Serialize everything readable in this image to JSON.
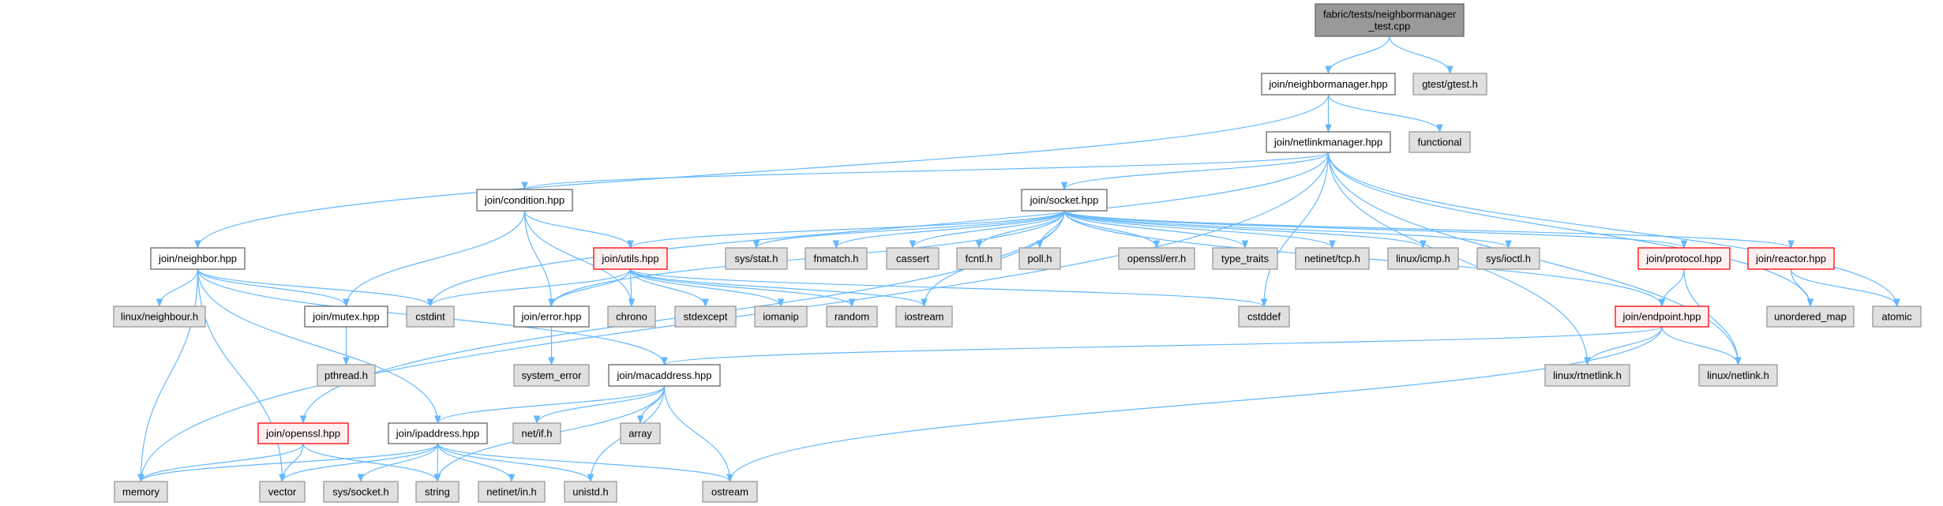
{
  "title": "fabric/tests/neighbormanager_test.cpp include dependency graph",
  "colors": {
    "edge": "#63b8ff",
    "root_fill": "#999999",
    "local_fill": "#ffffff",
    "system_fill": "#e0e0e0",
    "incomplete_border": "#ff0000",
    "incomplete_fill": "#fff0f0"
  },
  "nodes": [
    {
      "id": "root",
      "label": [
        "fabric/tests/neighbormanager",
        "_test.cpp"
      ],
      "kind": "root"
    },
    {
      "id": "neighbormanager",
      "label": [
        "join/neighbormanager.hpp"
      ],
      "kind": "local"
    },
    {
      "id": "gtest",
      "label": [
        "gtest/gtest.h"
      ],
      "kind": "system"
    },
    {
      "id": "netlinkmanager",
      "label": [
        "join/netlinkmanager.hpp"
      ],
      "kind": "local"
    },
    {
      "id": "functional",
      "label": [
        "functional"
      ],
      "kind": "system"
    },
    {
      "id": "socket",
      "label": [
        "join/socket.hpp"
      ],
      "kind": "local"
    },
    {
      "id": "condition",
      "label": [
        "join/condition.hpp"
      ],
      "kind": "local"
    },
    {
      "id": "neighbor",
      "label": [
        "join/neighbor.hpp"
      ],
      "kind": "local"
    },
    {
      "id": "utils",
      "label": [
        "join/utils.hpp"
      ],
      "kind": "incomplete"
    },
    {
      "id": "sysstat",
      "label": [
        "sys/stat.h"
      ],
      "kind": "system"
    },
    {
      "id": "fnmatch",
      "label": [
        "fnmatch.h"
      ],
      "kind": "system"
    },
    {
      "id": "cassert",
      "label": [
        "cassert"
      ],
      "kind": "system"
    },
    {
      "id": "fcntl",
      "label": [
        "fcntl.h"
      ],
      "kind": "system"
    },
    {
      "id": "poll",
      "label": [
        "poll.h"
      ],
      "kind": "system"
    },
    {
      "id": "opensslerr",
      "label": [
        "openssl/err.h"
      ],
      "kind": "system"
    },
    {
      "id": "typetraits",
      "label": [
        "type_traits"
      ],
      "kind": "system"
    },
    {
      "id": "tcp",
      "label": [
        "netinet/tcp.h"
      ],
      "kind": "system"
    },
    {
      "id": "icmp",
      "label": [
        "linux/icmp.h"
      ],
      "kind": "system"
    },
    {
      "id": "ioctl",
      "label": [
        "sys/ioctl.h"
      ],
      "kind": "system"
    },
    {
      "id": "protocol",
      "label": [
        "join/protocol.hpp"
      ],
      "kind": "incomplete"
    },
    {
      "id": "reactor",
      "label": [
        "join/reactor.hpp"
      ],
      "kind": "incomplete"
    },
    {
      "id": "neighbour",
      "label": [
        "linux/neighbour.h"
      ],
      "kind": "system"
    },
    {
      "id": "mutex",
      "label": [
        "join/mutex.hpp"
      ],
      "kind": "local"
    },
    {
      "id": "cstdint",
      "label": [
        "cstdint"
      ],
      "kind": "system"
    },
    {
      "id": "error",
      "label": [
        "join/error.hpp"
      ],
      "kind": "local"
    },
    {
      "id": "chrono",
      "label": [
        "chrono"
      ],
      "kind": "system"
    },
    {
      "id": "stdexcept",
      "label": [
        "stdexcept"
      ],
      "kind": "system"
    },
    {
      "id": "iomanip",
      "label": [
        "iomanip"
      ],
      "kind": "system"
    },
    {
      "id": "random",
      "label": [
        "random"
      ],
      "kind": "system"
    },
    {
      "id": "iostream",
      "label": [
        "iostream"
      ],
      "kind": "system"
    },
    {
      "id": "cstddef",
      "label": [
        "cstddef"
      ],
      "kind": "system"
    },
    {
      "id": "endpoint",
      "label": [
        "join/endpoint.hpp"
      ],
      "kind": "incomplete"
    },
    {
      "id": "unorderedmap",
      "label": [
        "unordered_map"
      ],
      "kind": "system"
    },
    {
      "id": "atomic",
      "label": [
        "atomic"
      ],
      "kind": "system"
    },
    {
      "id": "pthread",
      "label": [
        "pthread.h"
      ],
      "kind": "system"
    },
    {
      "id": "systemerror",
      "label": [
        "system_error"
      ],
      "kind": "system"
    },
    {
      "id": "macaddress",
      "label": [
        "join/macaddress.hpp"
      ],
      "kind": "local"
    },
    {
      "id": "rtnetlink",
      "label": [
        "linux/rtnetlink.h"
      ],
      "kind": "system"
    },
    {
      "id": "netlink",
      "label": [
        "linux/netlink.h"
      ],
      "kind": "system"
    },
    {
      "id": "openssl",
      "label": [
        "join/openssl.hpp"
      ],
      "kind": "incomplete"
    },
    {
      "id": "ipaddress",
      "label": [
        "join/ipaddress.hpp"
      ],
      "kind": "local"
    },
    {
      "id": "netif",
      "label": [
        "net/if.h"
      ],
      "kind": "system"
    },
    {
      "id": "array",
      "label": [
        "array"
      ],
      "kind": "system"
    },
    {
      "id": "memory",
      "label": [
        "memory"
      ],
      "kind": "system"
    },
    {
      "id": "vector",
      "label": [
        "vector"
      ],
      "kind": "system"
    },
    {
      "id": "syssocket",
      "label": [
        "sys/socket.h"
      ],
      "kind": "system"
    },
    {
      "id": "string",
      "label": [
        "string"
      ],
      "kind": "system"
    },
    {
      "id": "netinetin",
      "label": [
        "netinet/in.h"
      ],
      "kind": "system"
    },
    {
      "id": "unistd",
      "label": [
        "unistd.h"
      ],
      "kind": "system"
    },
    {
      "id": "ostream",
      "label": [
        "ostream"
      ],
      "kind": "system"
    }
  ],
  "edges": [
    [
      "root",
      "neighbormanager"
    ],
    [
      "root",
      "gtest"
    ],
    [
      "neighbormanager",
      "netlinkmanager"
    ],
    [
      "neighbormanager",
      "functional"
    ],
    [
      "neighbormanager",
      "neighbor"
    ],
    [
      "netlinkmanager",
      "condition"
    ],
    [
      "netlinkmanager",
      "socket"
    ],
    [
      "netlinkmanager",
      "memory"
    ],
    [
      "netlinkmanager",
      "cstdint"
    ],
    [
      "netlinkmanager",
      "cstddef"
    ],
    [
      "netlinkmanager",
      "rtnetlink"
    ],
    [
      "netlinkmanager",
      "netlink"
    ],
    [
      "netlinkmanager",
      "unorderedmap"
    ],
    [
      "netlinkmanager",
      "atomic"
    ],
    [
      "socket",
      "utils"
    ],
    [
      "socket",
      "error"
    ],
    [
      "socket",
      "sysstat"
    ],
    [
      "socket",
      "fnmatch"
    ],
    [
      "socket",
      "cassert"
    ],
    [
      "socket",
      "fcntl"
    ],
    [
      "socket",
      "poll"
    ],
    [
      "socket",
      "opensslerr"
    ],
    [
      "socket",
      "typetraits"
    ],
    [
      "socket",
      "tcp"
    ],
    [
      "socket",
      "icmp"
    ],
    [
      "socket",
      "ioctl"
    ],
    [
      "socket",
      "protocol"
    ],
    [
      "socket",
      "reactor"
    ],
    [
      "socket",
      "endpoint"
    ],
    [
      "socket",
      "openssl"
    ],
    [
      "socket",
      "iostream"
    ],
    [
      "condition",
      "mutex"
    ],
    [
      "condition",
      "error"
    ],
    [
      "condition",
      "utils"
    ],
    [
      "condition",
      "chrono"
    ],
    [
      "utils",
      "cstdint"
    ],
    [
      "utils",
      "error"
    ],
    [
      "utils",
      "chrono"
    ],
    [
      "utils",
      "stdexcept"
    ],
    [
      "utils",
      "iomanip"
    ],
    [
      "utils",
      "random"
    ],
    [
      "utils",
      "iostream"
    ],
    [
      "utils",
      "cstddef"
    ],
    [
      "neighbor",
      "neighbour"
    ],
    [
      "neighbor",
      "mutex"
    ],
    [
      "neighbor",
      "cstdint"
    ],
    [
      "neighbor",
      "macaddress"
    ],
    [
      "neighbor",
      "ipaddress"
    ],
    [
      "neighbor",
      "memory"
    ],
    [
      "neighbor",
      "vector"
    ],
    [
      "mutex",
      "pthread"
    ],
    [
      "error",
      "systemerror"
    ],
    [
      "macaddress",
      "ipaddress"
    ],
    [
      "macaddress",
      "netif"
    ],
    [
      "macaddress",
      "array"
    ],
    [
      "macaddress",
      "unistd"
    ],
    [
      "macaddress",
      "string"
    ],
    [
      "macaddress",
      "ostream"
    ],
    [
      "endpoint",
      "macaddress"
    ],
    [
      "endpoint",
      "rtnetlink"
    ],
    [
      "endpoint",
      "netlink"
    ],
    [
      "endpoint",
      "ostream"
    ],
    [
      "protocol",
      "endpoint"
    ],
    [
      "protocol",
      "netlink"
    ],
    [
      "reactor",
      "unorderedmap"
    ],
    [
      "reactor",
      "atomic"
    ],
    [
      "openssl",
      "memory"
    ],
    [
      "openssl",
      "vector"
    ],
    [
      "openssl",
      "string"
    ],
    [
      "ipaddress",
      "memory"
    ],
    [
      "ipaddress",
      "vector"
    ],
    [
      "ipaddress",
      "syssocket"
    ],
    [
      "ipaddress",
      "string"
    ],
    [
      "ipaddress",
      "netinetin"
    ],
    [
      "ipaddress",
      "unistd"
    ],
    [
      "ipaddress",
      "ostream"
    ]
  ]
}
